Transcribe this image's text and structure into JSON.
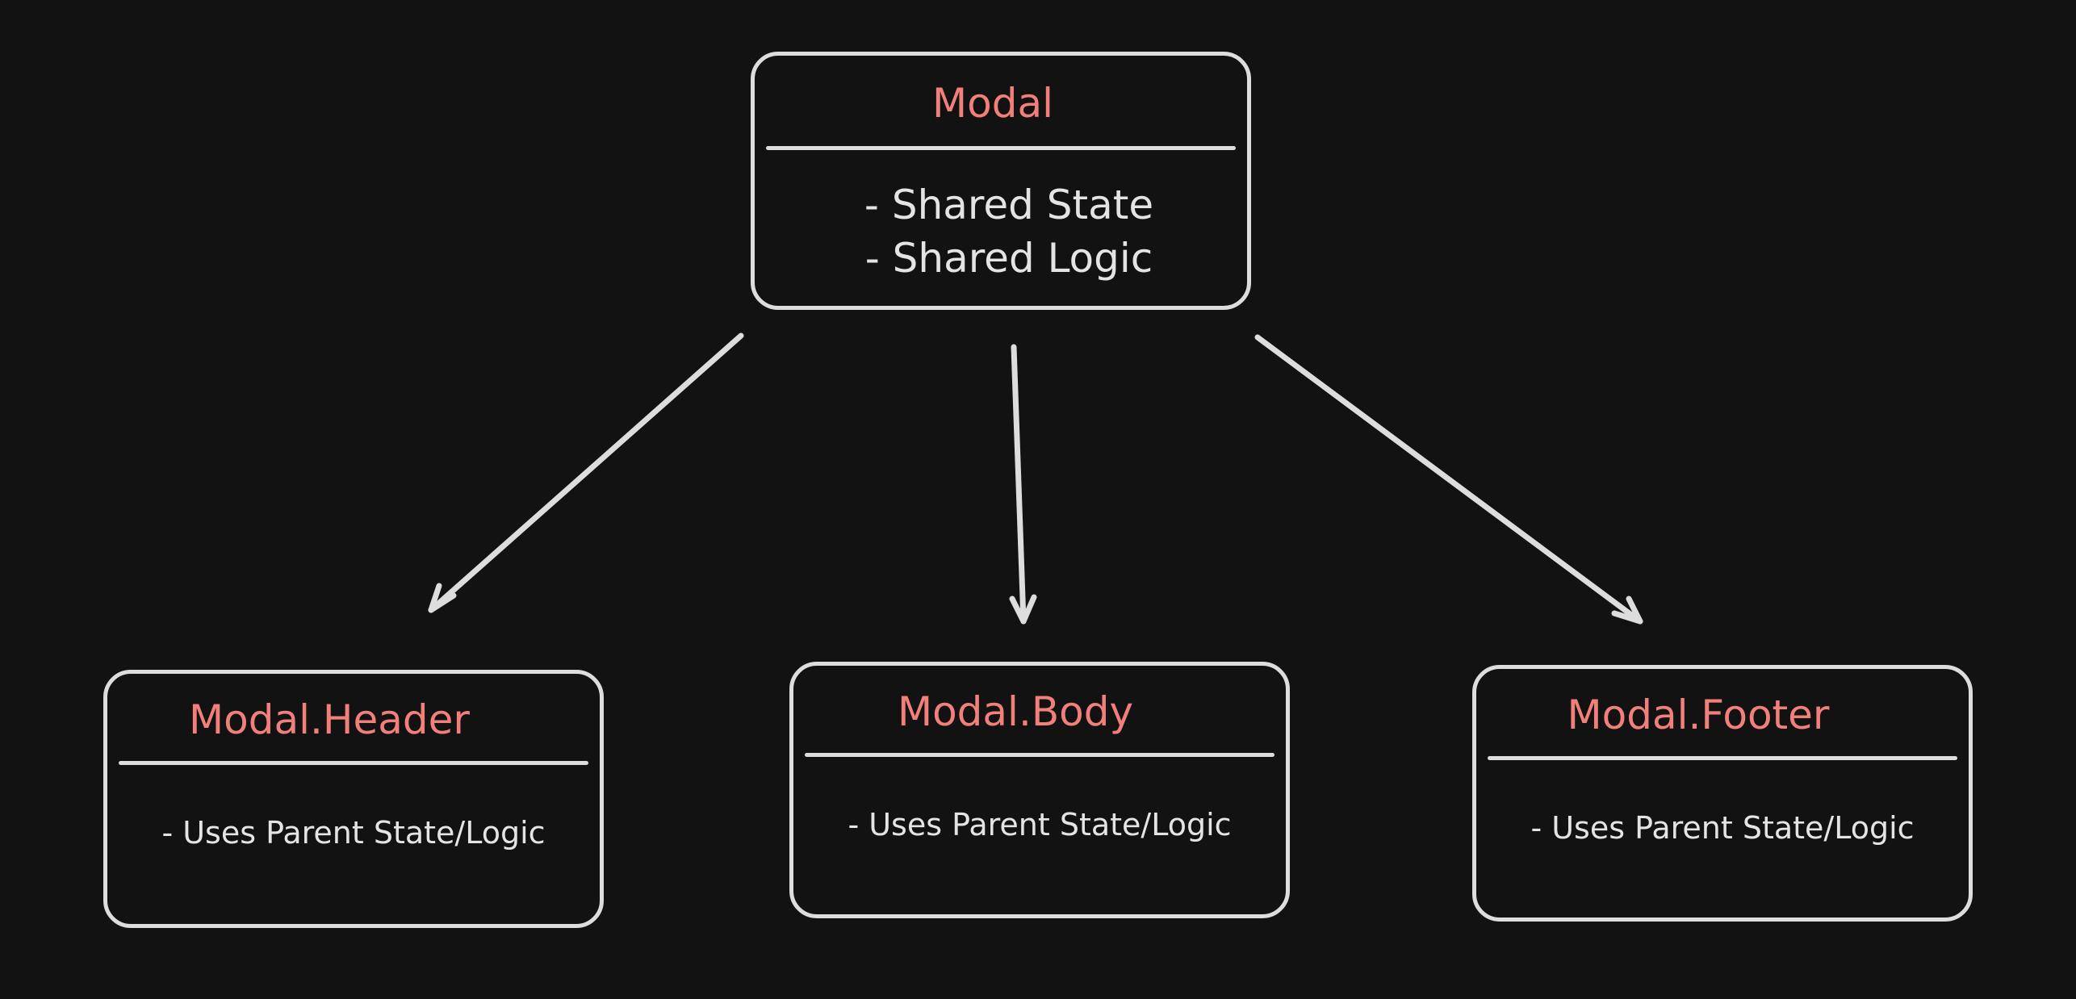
{
  "diagram": {
    "root": {
      "title": "Modal",
      "lines": [
        "- Shared State",
        "- Shared Logic"
      ]
    },
    "children": [
      {
        "title": "Modal.Header",
        "lines": [
          "- Uses Parent State/Logic"
        ]
      },
      {
        "title": "Modal.Body",
        "lines": [
          "- Uses Parent State/Logic"
        ]
      },
      {
        "title": "Modal.Footer",
        "lines": [
          "- Uses Parent State/Logic"
        ]
      }
    ],
    "colors": {
      "background": "#121212",
      "stroke": "#dddddd",
      "title": "#f2807a",
      "text": "#e4e4e4"
    }
  }
}
